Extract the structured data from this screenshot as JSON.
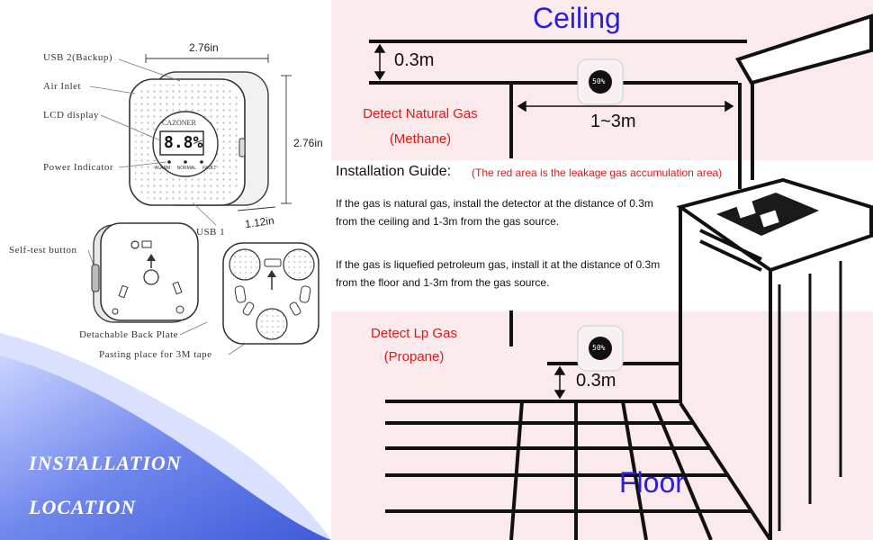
{
  "left": {
    "callouts": {
      "usb2": "USB 2(Backup)",
      "air_inlet": "Air Inlet",
      "lcd_display": "LCD display",
      "power_indicator": "Power Indicator",
      "usb1": "USB 1",
      "self_test": "Self-test button",
      "back_plate": "Detachable Back Plate",
      "pasting": "Pasting place for 3M tape"
    },
    "dimensions": {
      "width": "2.76in",
      "height": "2.76in",
      "depth": "1.12in"
    },
    "device": {
      "brand": "CAZONER",
      "lcd_value": "8.8%",
      "indicator_labels": [
        "ALARM",
        "NORMAL",
        "FAULT"
      ]
    },
    "title_line1": "INSTALLATION",
    "title_line2": "LOCATION"
  },
  "right": {
    "ceiling": "Ceiling",
    "floor": "Floor",
    "top_gap": "0.3m",
    "bottom_gap": "0.3m",
    "range": "1~3m",
    "natural_gas_label": "Detect Natural Gas",
    "natural_gas_sub": "(Methane)",
    "lp_gas_label": "Detect Lp Gas",
    "lp_gas_sub": "(Propane)",
    "detector_reading": "50%",
    "guide": {
      "title": "Installation Guide:",
      "note": "(The red area is the leakage gas accumulation area)",
      "para1_line1": "If the gas is natural gas, install the detector at the distance of 0.3m",
      "para1_line2": "from the ceiling and 1-3m from the gas source.",
      "para2_line1": "If the gas is liquefied petroleum gas, install it at the distance of 0.3m",
      "para2_line2": "from the floor and 1-3m from the gas source."
    }
  },
  "colors": {
    "accent_blue": "#2a1fd6",
    "alert_red": "#e01818",
    "pink_zone": "#fbeaec",
    "wave_blue": "#5a78e6"
  }
}
